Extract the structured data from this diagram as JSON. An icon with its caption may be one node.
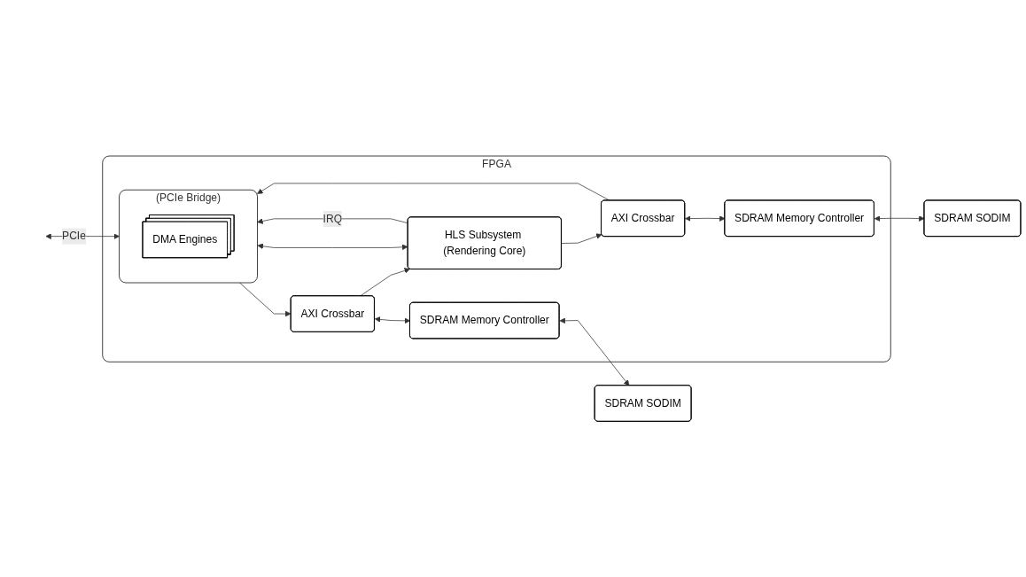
{
  "diagram": {
    "nodes": [
      {
        "text": [
          "FPGA"
        ]
      },
      {
        "text": [
          "(PCIe Bridge)"
        ],
        "in": 0
      },
      {
        "text": [
          "DMA Engines"
        ],
        "in": 1
      },
      {
        "text": [
          "AXI Crossbar"
        ],
        "in": 0
      },
      {
        "text": [
          "SDRAM Memory Controller"
        ],
        "in": 0
      },
      {
        "text": [
          "SDRAM SODIM"
        ]
      },
      {
        "text": [
          "HLS Subsystem (Rendering Core)"
        ],
        "in": 0
      },
      {
        "text": [
          "AXI Crossbar"
        ],
        "in": 0
      },
      {
        "text": [
          "SDRAM Memory Controller"
        ],
        "in": 0
      },
      {
        "text": [
          "SDRAM SODIM"
        ]
      }
    ],
    "edges": [
      {
        "from": null,
        "to": 1,
        "arrow": "both",
        "label": "PCIe"
      },
      {
        "from": 1,
        "to": 3,
        "arrow": "to"
      },
      {
        "from": 3,
        "to": 4,
        "arrow": "both"
      },
      {
        "from": 4,
        "to": 5,
        "arrow": "both"
      },
      {
        "from": 3,
        "to": 6,
        "arrow": "to"
      },
      {
        "from": 7,
        "to": 1,
        "arrow": "to"
      },
      {
        "from": 6,
        "to": 7,
        "arrow": "to"
      },
      {
        "from": 7,
        "to": 8,
        "arrow": "both"
      },
      {
        "from": 8,
        "to": 9,
        "arrow": "both"
      },
      {
        "from": 6,
        "to": 1,
        "arrow": "to",
        "label": "IRQ"
      },
      {
        "from": 1,
        "to": 6,
        "arrow": "both"
      }
    ]
  }
}
